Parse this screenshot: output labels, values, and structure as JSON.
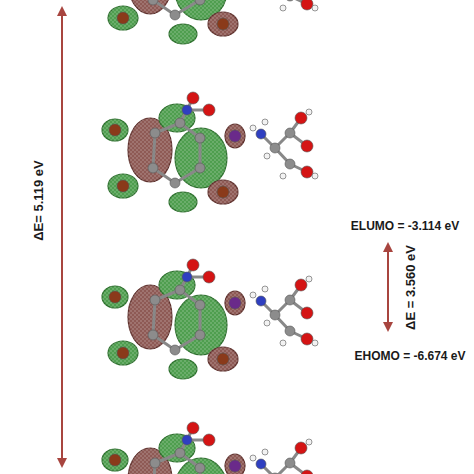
{
  "diagram": {
    "labels": [
      "ΔE= 5.119 eV",
      "ELUMO = -3.114 eV",
      "ΔE = 3.560 eV",
      "EHOMO = -6.674 eV"
    ]
  }
}
